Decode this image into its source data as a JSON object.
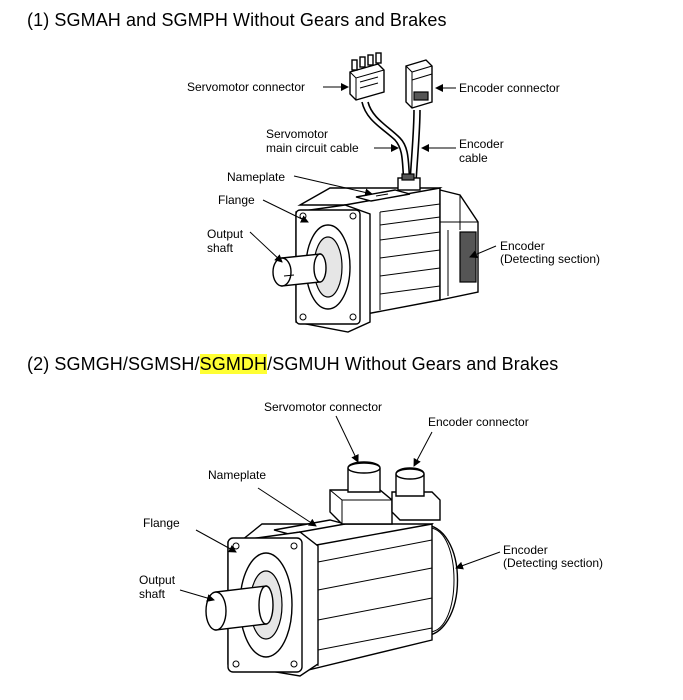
{
  "section1": {
    "heading": "(1) SGMAH and SGMPH Without Gears and Brakes",
    "labels": {
      "servomotor_connector": "Servomotor connector",
      "encoder_connector": "Encoder connector",
      "servomotor_cable_l1": "Servomotor",
      "servomotor_cable_l2": "main circuit cable",
      "encoder_cable_l1": "Encoder",
      "encoder_cable_l2": "cable",
      "nameplate": "Nameplate",
      "flange": "Flange",
      "output_shaft_l1": "Output",
      "output_shaft_l2": "shaft",
      "encoder_l1": "Encoder",
      "encoder_l2": "(Detecting section)"
    }
  },
  "section2": {
    "heading_pre": "(2) SGMGH/SGMSH/",
    "heading_highlight": "SGMDH",
    "heading_post": "/SGMUH Without Gears and Brakes",
    "highlight_color": "#ffff33",
    "labels": {
      "servomotor_connector": "Servomotor connector",
      "encoder_connector": "Encoder connector",
      "nameplate": "Nameplate",
      "flange": "Flange",
      "output_shaft_l1": "Output",
      "output_shaft_l2": "shaft",
      "encoder_l1": "Encoder",
      "encoder_l2": "(Detecting section)"
    }
  }
}
